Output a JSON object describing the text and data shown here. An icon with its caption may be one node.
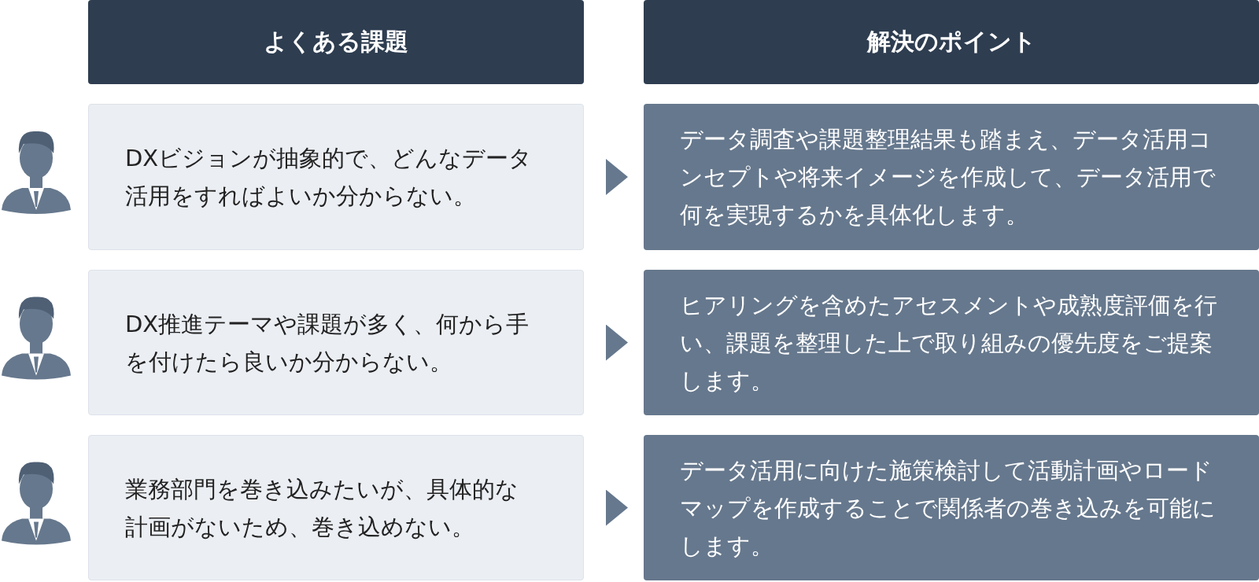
{
  "diagram": {
    "nodes": [
      {
        "text": [
          "よくある課題"
        ]
      },
      {
        "text": [
          "解決のポイント"
        ]
      },
      {
        "text": [
          "DXビジョンが抽象的で、どんなデータ活用をすればよいか分からない。"
        ]
      },
      {
        "text": [
          "データ調査や課題整理結果も踏まえ、データ活用コンセプトや将来イメージを作成して、データ活用で何を実現するかを具体化します。"
        ]
      },
      {
        "text": [
          "DX推進テーマや課題が多く、何から手を付けたら良いか分からない。"
        ]
      },
      {
        "text": [
          "ヒアリングを含めたアセスメントや成熟度評価を行い、課題を整理した上で取り組みの優先度をご提案します。"
        ]
      },
      {
        "text": [
          "業務部門を巻き込みたいが、具体的な計画がないため、巻き込めない。"
        ]
      },
      {
        "text": [
          "データ活用に向けた施策検討して活動計画やロードマップを作成することで関係者の巻き込みを可能にします。"
        ]
      }
    ],
    "edges": [
      {
        "from": 2,
        "to": 3,
        "arrow": "to"
      },
      {
        "from": 4,
        "to": 5,
        "arrow": "to"
      },
      {
        "from": 6,
        "to": 7,
        "arrow": "to"
      }
    ]
  }
}
